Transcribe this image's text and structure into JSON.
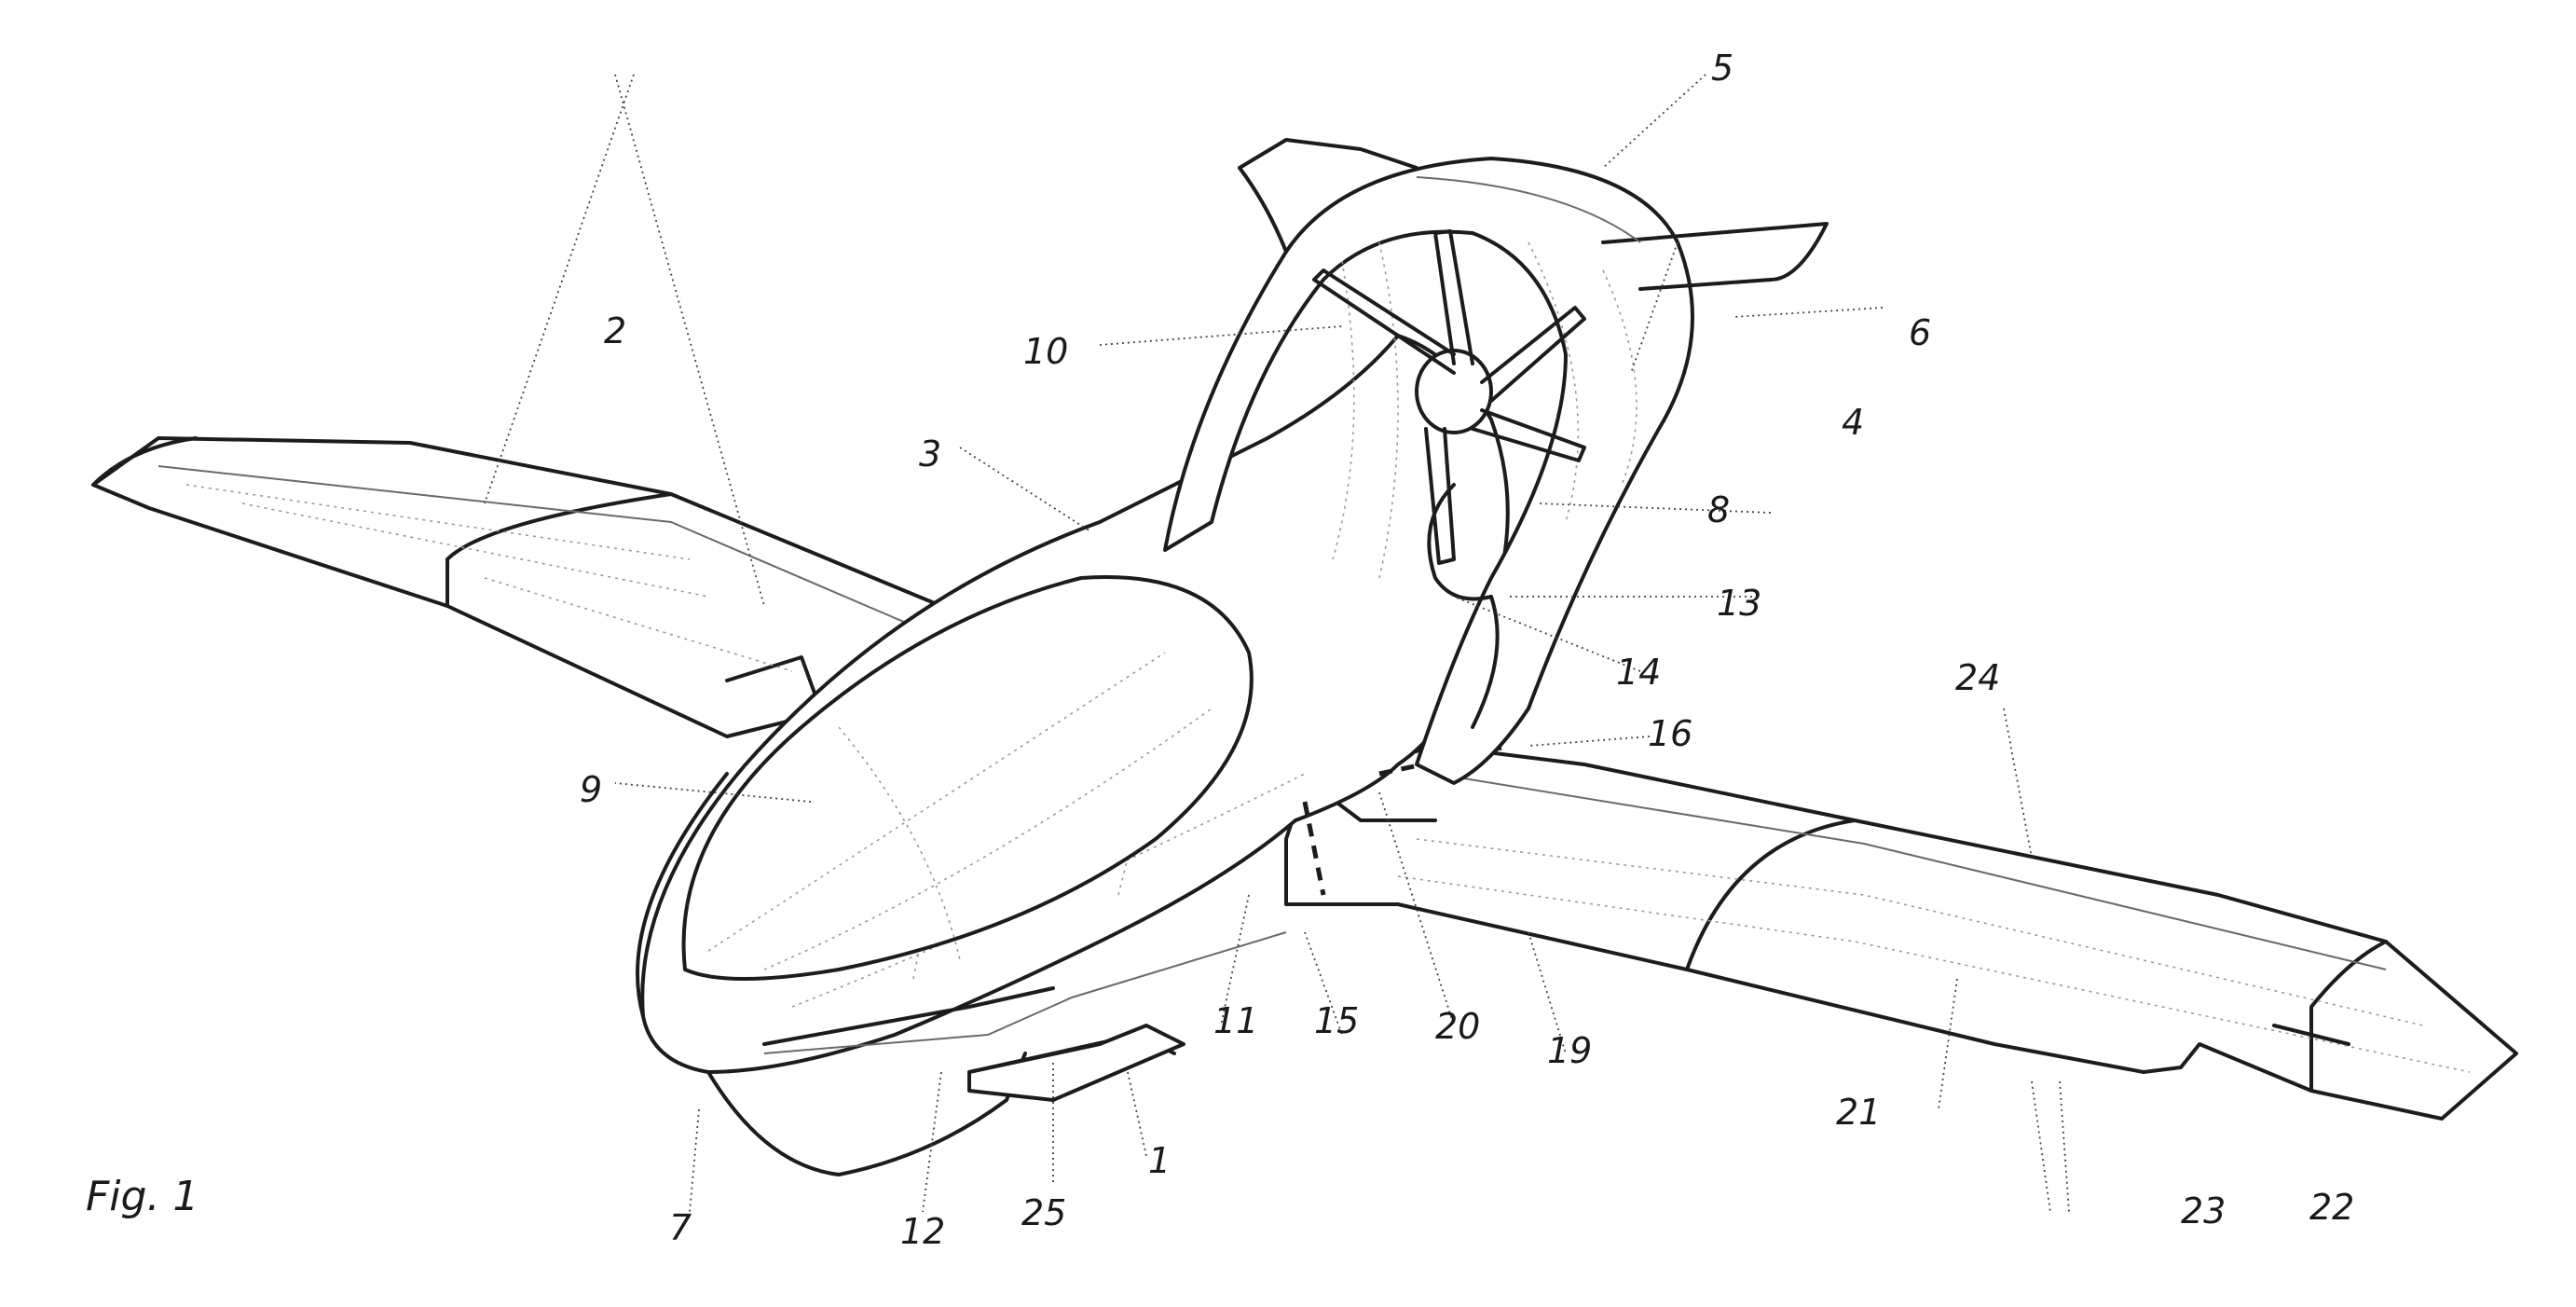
{
  "figure": {
    "caption": "Fig. 1",
    "reference_numerals": [
      {
        "id": "n1",
        "text": "1"
      },
      {
        "id": "n2",
        "text": "2"
      },
      {
        "id": "n3",
        "text": "3"
      },
      {
        "id": "n4",
        "text": "4"
      },
      {
        "id": "n5",
        "text": "5"
      },
      {
        "id": "n6",
        "text": "6"
      },
      {
        "id": "n7",
        "text": "7"
      },
      {
        "id": "n8",
        "text": "8"
      },
      {
        "id": "n9",
        "text": "9"
      },
      {
        "id": "n10",
        "text": "10"
      },
      {
        "id": "n11",
        "text": "11"
      },
      {
        "id": "n12",
        "text": "12"
      },
      {
        "id": "n13",
        "text": "13"
      },
      {
        "id": "n14",
        "text": "14"
      },
      {
        "id": "n15",
        "text": "15"
      },
      {
        "id": "n16",
        "text": "16"
      },
      {
        "id": "n19",
        "text": "19"
      },
      {
        "id": "n20",
        "text": "20"
      },
      {
        "id": "n21",
        "text": "21"
      },
      {
        "id": "n22",
        "text": "22"
      },
      {
        "id": "n23",
        "text": "23"
      },
      {
        "id": "n24",
        "text": "24"
      },
      {
        "id": "n25",
        "text": "25"
      }
    ]
  }
}
